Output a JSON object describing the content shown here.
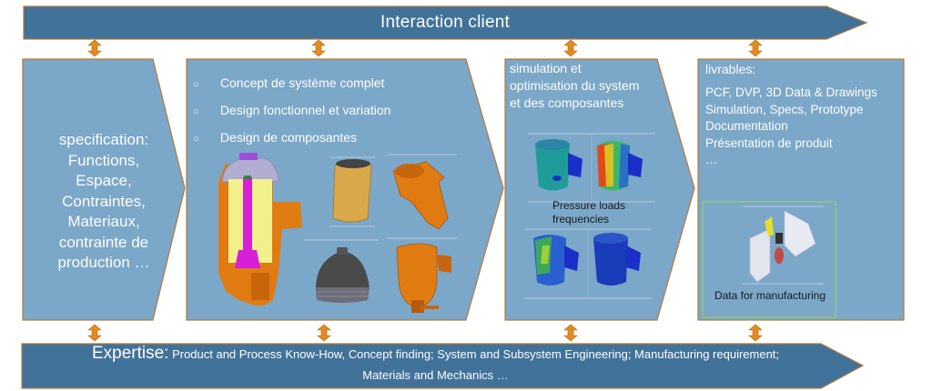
{
  "colors": {
    "banner_fill": "#41729a",
    "stage_fill": "#7ba7c9",
    "outline": "#b47a3a",
    "arrow_orange": "#e48a1e",
    "mfg_frame": "#8fd16a"
  },
  "top_banner": {
    "title": "Interaction client"
  },
  "stages": {
    "specification": {
      "lines": [
        "specification:",
        "Functions,",
        "Espace,",
        "Contraintes,",
        "Materiaux,",
        "contrainte de",
        "production …"
      ]
    },
    "concept": {
      "bullet_icon": "○",
      "items": [
        "Concept de système complet",
        "Design fonctionnel et variation",
        "Design de composantes"
      ],
      "images": [
        "filter-housing-cutaway",
        "filter-cartridge",
        "housing-bracket",
        "filter-cap",
        "housing-cup"
      ]
    },
    "simulation": {
      "title_lines": [
        "simulation et",
        "optimisation du system",
        "et des composantes"
      ],
      "caption_lines": [
        "Pressure loads",
        "frequencies"
      ],
      "images": [
        "fea-pressure-1",
        "fea-pressure-2",
        "fea-frequency-1",
        "fea-frequency-2"
      ]
    },
    "livrables": {
      "title": "livrables:",
      "items": [
        "PCF, DVP, 3D Data & Drawings",
        "Simulation, Specs, Prototype",
        "Documentation",
        "Présentation de produit",
        "…"
      ],
      "manufacturing_caption": "Data for manufacturing",
      "manufacturing_image": "mold-tooling-model"
    }
  },
  "bottom_banner": {
    "lead": "Expertise:",
    "line1": "Product and Process Know-How, Concept finding; System and Subsystem Engineering; Manufacturing requirement;",
    "line2": "Materials and Mechanics …"
  },
  "connectors": {
    "icon": "double-vertical-arrow",
    "top_count": 4,
    "bottom_count": 4
  }
}
